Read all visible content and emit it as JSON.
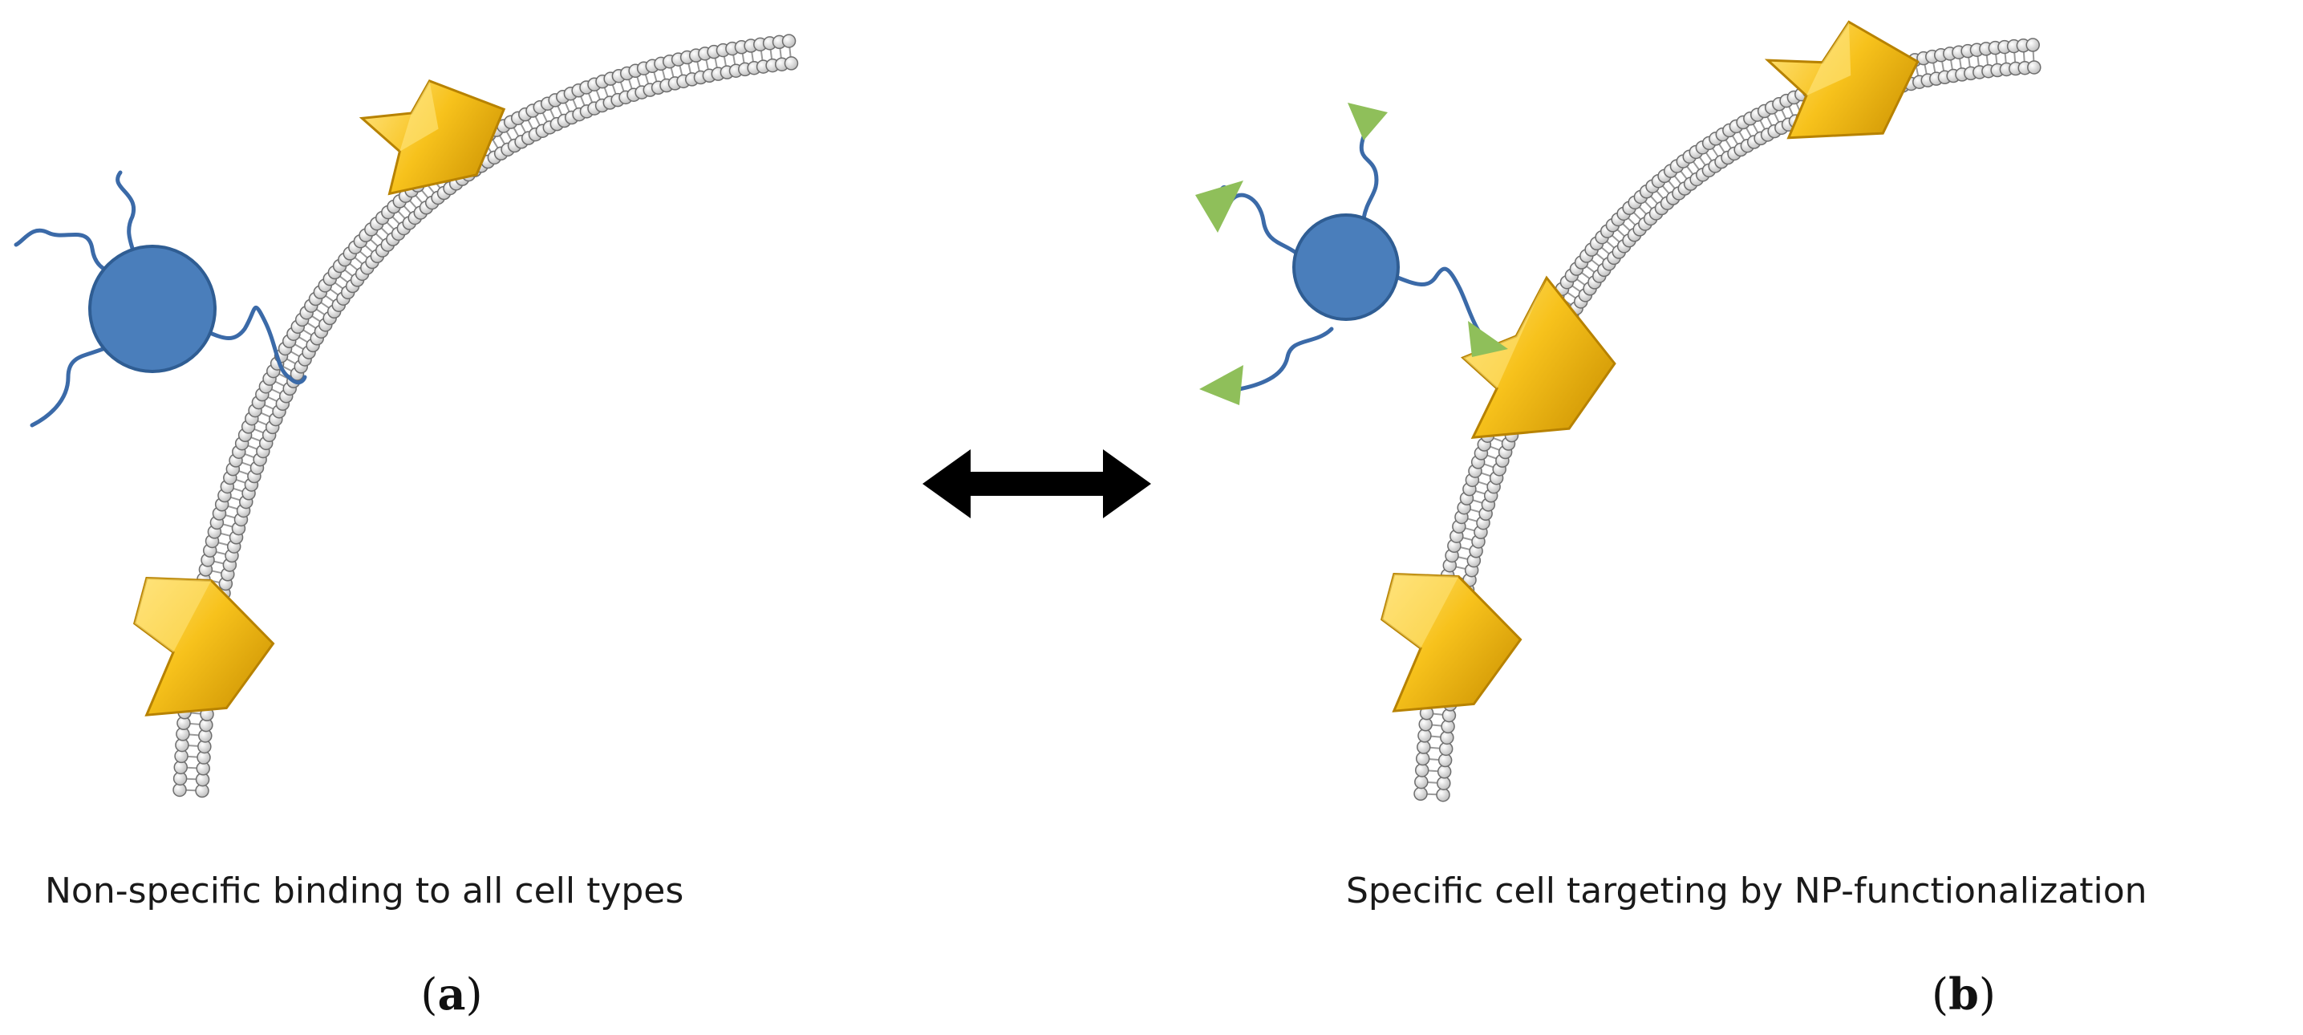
{
  "panel_a": {
    "caption": "Non-specific binding to all cell types",
    "label_open": "(",
    "label_letter": "a",
    "label_close": ")"
  },
  "panel_b": {
    "caption": "Specific cell targeting by NP-functionalization",
    "label_open": "(",
    "label_letter": "b",
    "label_close": ")"
  },
  "colors": {
    "nanoparticle": "#4a7ebb",
    "polymer_chain": "#3b6aa8",
    "ligand": "#8fbf5a",
    "receptor": "#f2bd1a",
    "membrane_head": "#d8d8d8",
    "arrow": "#000000"
  },
  "icons": [
    "double-headed-arrow-icon",
    "nanoparticle-icon",
    "receptor-icon",
    "ligand-icon",
    "lipid-bilayer-icon"
  ]
}
